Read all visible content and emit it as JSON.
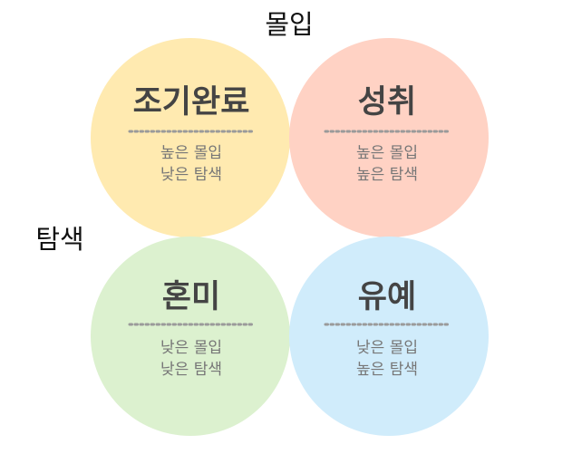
{
  "axes": {
    "top": "몰입",
    "left": "탐색"
  },
  "colors": {
    "top_left": "#ffeab0",
    "top_right": "#ffd2c4",
    "bottom_left": "#dcf1cf",
    "bottom_right": "#d0ecfb",
    "center": "#ffffff"
  },
  "quadrants": [
    {
      "title": "조기완료",
      "line1": "높은 몰입",
      "line2": "낮은 탐색"
    },
    {
      "title": "성취",
      "line1": "높은 몰입",
      "line2": "높은 탐색"
    },
    {
      "title": "혼미",
      "line1": "낮은 몰입",
      "line2": "낮은 탐색"
    },
    {
      "title": "유예",
      "line1": "낮은 몰입",
      "line2": "높은 탐색"
    }
  ]
}
